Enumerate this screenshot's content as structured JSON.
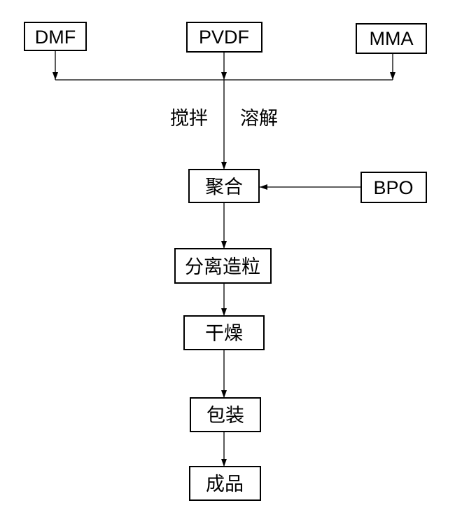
{
  "inputs": {
    "dmf": "DMF",
    "pvdf": "PVDF",
    "mma": "MMA"
  },
  "mix_labels": {
    "stir": "搅拌",
    "dissolve": "溶解"
  },
  "steps": {
    "polymerize": "聚合",
    "initiator": "BPO",
    "separate": "分离造粒",
    "dry": "干燥",
    "pack": "包装",
    "product": "成品"
  }
}
